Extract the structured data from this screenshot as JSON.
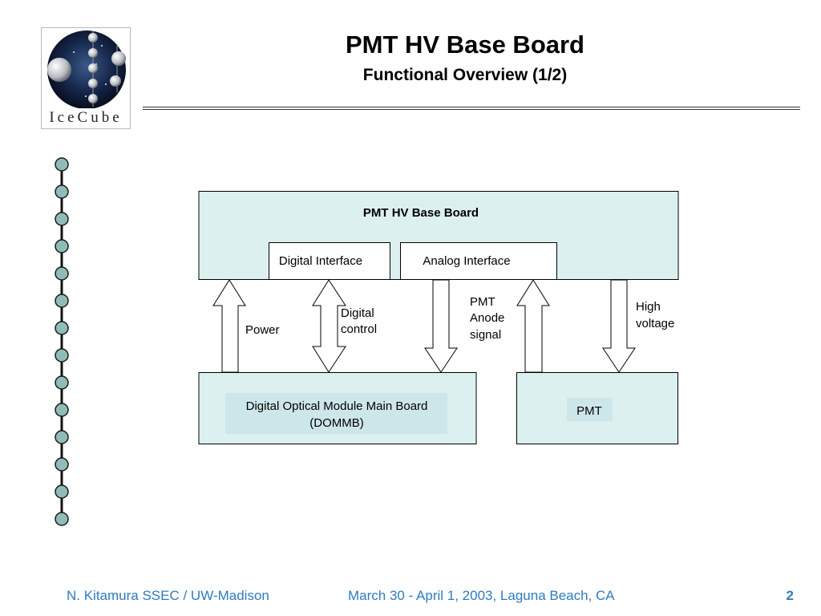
{
  "header": {
    "title": "PMT HV Base Board",
    "subtitle": "Functional Overview (1/2)",
    "logo_text": "IceCube"
  },
  "diagram": {
    "top_board_label": "PMT HV Base Board",
    "digital_interface_label": "Digital Interface",
    "analog_interface_label": "Analog Interface",
    "power_label": "Power",
    "digital_control_label": [
      "Digital",
      "control"
    ],
    "pmt_anode_signal_label": [
      "PMT",
      "Anode",
      "signal"
    ],
    "high_voltage_label": [
      "High",
      "voltage"
    ],
    "dommb_label": [
      "Digital Optical Module Main Board",
      "(DOMMB)"
    ],
    "pmt_label": "PMT"
  },
  "footer": {
    "author": "N. Kitamura SSEC / UW-Madison",
    "event": "March 30 - April 1, 2003, Laguna Beach, CA",
    "page": "2"
  },
  "colors": {
    "box_fill": "#dcf0f0",
    "inner_fill": "#cde6e9",
    "bead": "#8fbcb9",
    "footer_text": "#2e7bbf"
  }
}
